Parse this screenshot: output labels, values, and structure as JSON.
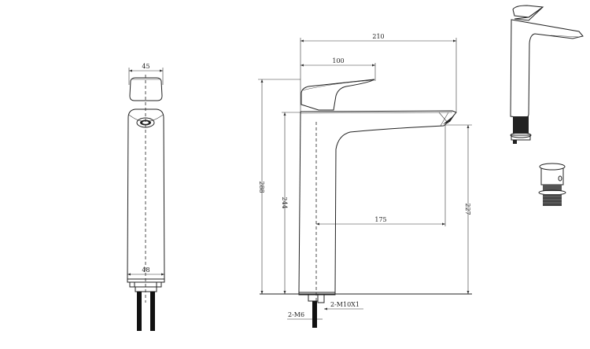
{
  "drawing": {
    "front_view": {
      "width_top": "45",
      "width_base": "48"
    },
    "side_view": {
      "overall_reach": "210",
      "handle_reach": "100",
      "spout_reach": "175",
      "overall_height": "288",
      "body_height": "244",
      "spout_height": "227",
      "thread_spec": "2-M10X1",
      "bolt_spec": "2-M6"
    },
    "perspective_views": [
      {
        "name": "faucet-3d"
      },
      {
        "name": "pop-up-waste-3d"
      }
    ]
  }
}
